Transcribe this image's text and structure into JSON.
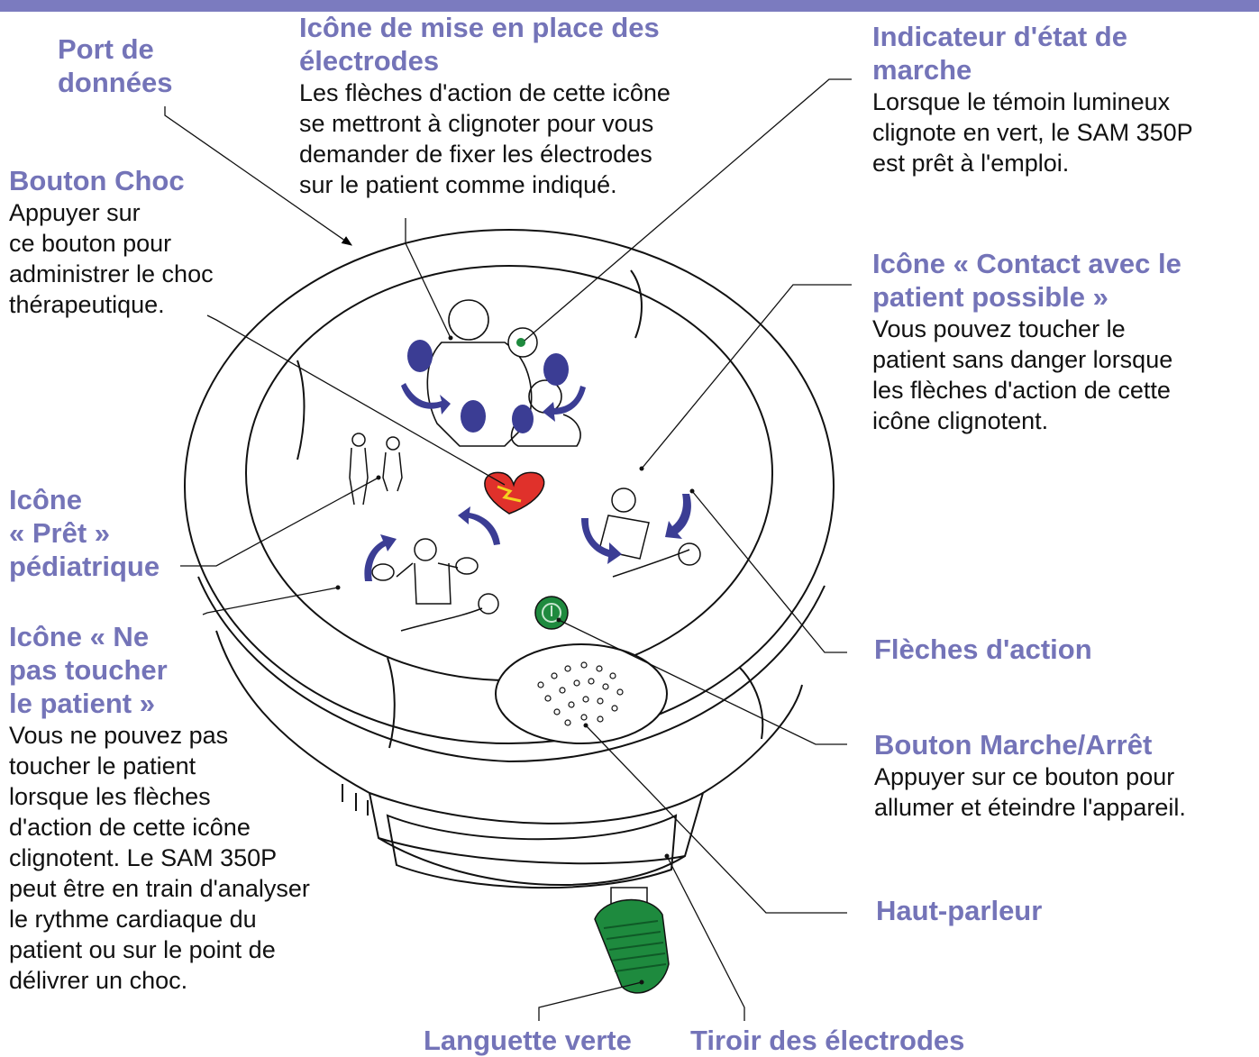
{
  "colors": {
    "heading": "#7474b8",
    "body_text": "#111111",
    "top_bar": "#7b7bbf",
    "pad_blue": "#3b3d94",
    "power_green": "#1e8a3e",
    "heart_red": "#e0312b"
  },
  "labels": {
    "port": {
      "heading": "Port de\ndonnées"
    },
    "electrode_icon": {
      "heading": "Icône de mise en place des\nélectrodes",
      "text": "Les flèches d'action de cette icône\nse mettront à clignoter pour vous\ndemander de fixer les électrodes\nsur le patient comme indiqué."
    },
    "status": {
      "heading": "Indicateur d'état de\nmarche",
      "text": "Lorsque le témoin lumineux\nclignote en vert, le SAM 350P\nest prêt à l'emploi."
    },
    "shock": {
      "heading": "Bouton Choc",
      "text": "Appuyer sur\nce bouton pour\nadministrer le choc\nthérapeutique."
    },
    "contact": {
      "heading": "Icône « Contact avec le\npatient possible »",
      "text": "Vous pouvez toucher le\npatient sans danger lorsque\nles flèches d'action de cette\nicône clignotent."
    },
    "pediatric": {
      "heading": "Icône\n« Prêt »\npédiatrique"
    },
    "no_touch": {
      "heading": "Icône « Ne\npas toucher\nle patient »",
      "text": "Vous ne pouvez pas\ntoucher le patient\nlorsque les flèches\nd'action de cette icône\nclignotent. Le SAM 350P\npeut être en train d'analyser\nle rythme cardiaque du\npatient ou sur le point de\ndélivrer un choc."
    },
    "arrows": {
      "heading": "Flèches d'action"
    },
    "power": {
      "heading": "Bouton Marche/Arrêt",
      "text": "Appuyer sur ce bouton pour\nallumer et éteindre l'appareil."
    },
    "speaker": {
      "heading": "Haut-parleur"
    },
    "green_tab": {
      "heading": "Languette verte"
    },
    "drawer": {
      "heading": "Tiroir des électrodes"
    }
  }
}
